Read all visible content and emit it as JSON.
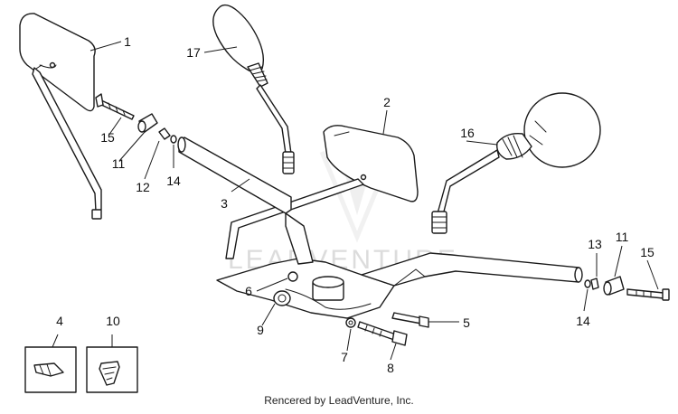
{
  "callouts": [
    "1",
    "17",
    "2",
    "16",
    "3",
    "15",
    "11",
    "12",
    "14",
    "6",
    "9",
    "4",
    "10",
    "7",
    "8",
    "5",
    "13",
    "11",
    "15",
    "14"
  ],
  "watermark": "LEADVENTURE",
  "credit": "Rencered by LeadVenture, Inc."
}
